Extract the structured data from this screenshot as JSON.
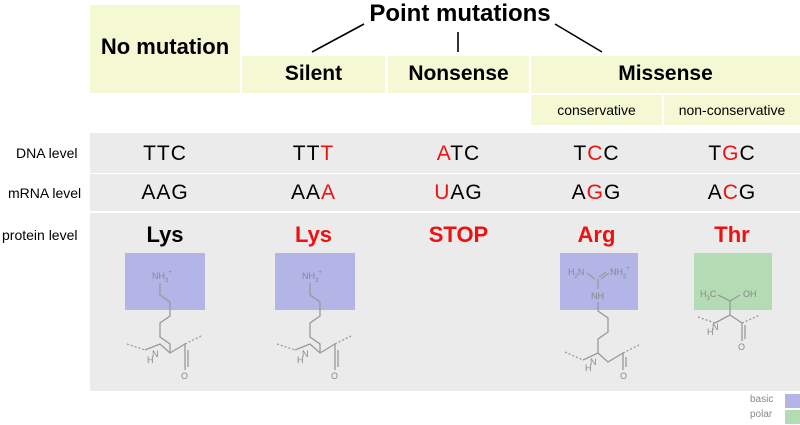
{
  "title": "Point mutations",
  "columns": {
    "no_mutation": "No mutation",
    "silent": "Silent",
    "nonsense": "Nonsense",
    "missense": "Missense",
    "conservative": "conservative",
    "non_conservative": "non-conservative"
  },
  "row_labels": {
    "dna": "DNA level",
    "mrna": "mRNA level",
    "protein": "protein level"
  },
  "dna": [
    {
      "pre": "TTC",
      "mut": "",
      "post": ""
    },
    {
      "pre": "TT",
      "mut": "T",
      "post": ""
    },
    {
      "pre": "",
      "mut": "A",
      "post": "TC"
    },
    {
      "pre": "T",
      "mut": "C",
      "post": "C"
    },
    {
      "pre": "T",
      "mut": "G",
      "post": "C"
    }
  ],
  "mrna": [
    {
      "pre": "AAG",
      "mut": "",
      "post": ""
    },
    {
      "pre": "AA",
      "mut": "A",
      "post": ""
    },
    {
      "pre": "",
      "mut": "U",
      "post": "AG"
    },
    {
      "pre": "A",
      "mut": "G",
      "post": "G"
    },
    {
      "pre": "A",
      "mut": "C",
      "post": "G"
    }
  ],
  "protein": [
    "Lys",
    "Lys",
    "STOP",
    "Arg",
    "Thr"
  ],
  "structure_labels": {
    "nh3": "NH",
    "nh3_sub": "3",
    "nh3_sup": "+",
    "h2n": "H",
    "h2n_sub": "2",
    "h2n_n": "N",
    "nh2": "NH",
    "nh2_sub": "2",
    "nh2_sup": "+",
    "nh": "NH",
    "h": "H",
    "n": "N",
    "o": "O",
    "h3c": "H",
    "h3c_sub": "3",
    "h3c_c": "C",
    "oh": "OH"
  },
  "legend": {
    "basic": "basic",
    "polar": "polar"
  },
  "colors": {
    "header_bg": "#f4f9d4",
    "grey_bg": "#ebebeb",
    "mutation": "#ee1111",
    "basic": "#b2b5e6",
    "polar": "#b4dcb4"
  }
}
